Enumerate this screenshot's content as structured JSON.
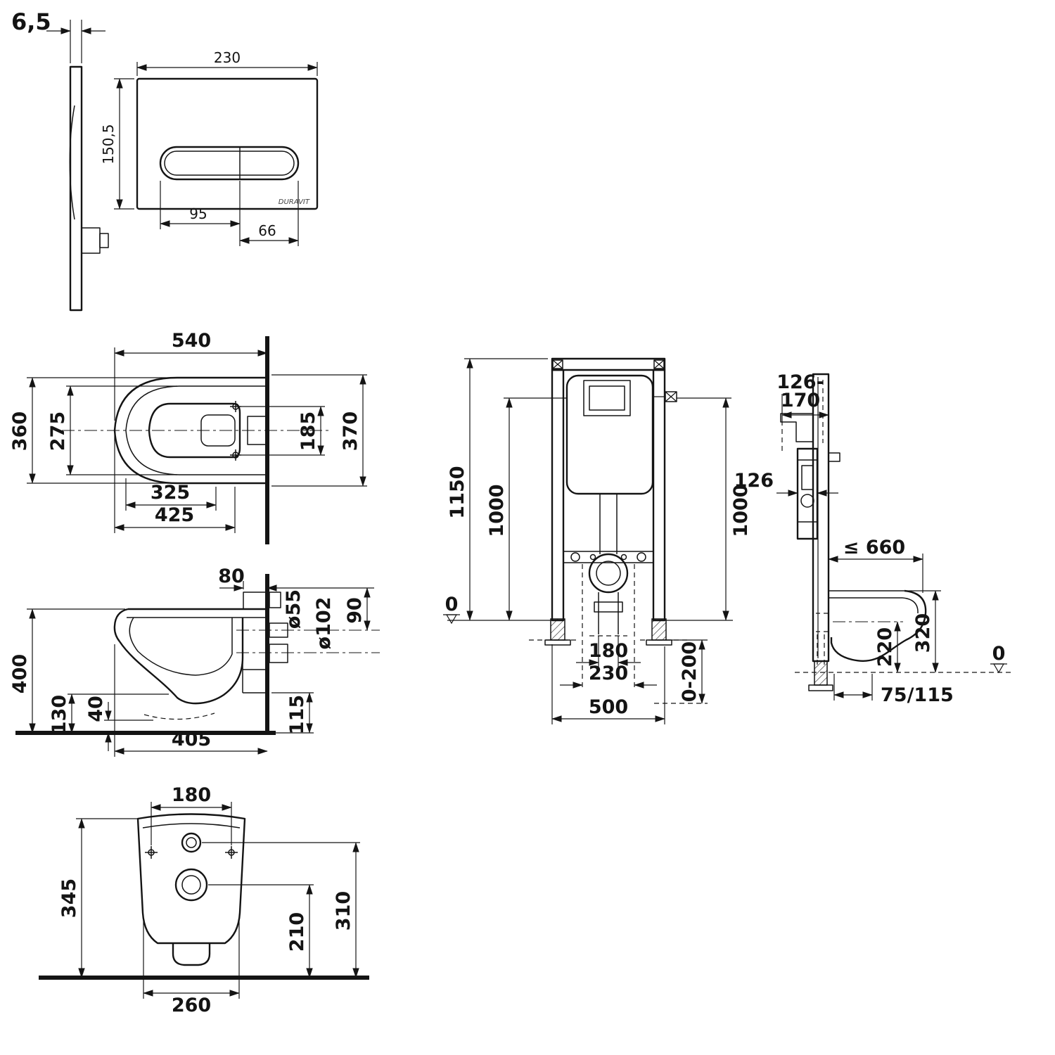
{
  "drawing": {
    "plate_side": {
      "thickness": "6,5"
    },
    "plate_front": {
      "width": "230",
      "height": "150,5",
      "button_span": "95",
      "button_offset": "66",
      "brand": "DURAVIT"
    },
    "toilet_top": {
      "total_depth": "540",
      "outer_width": "360",
      "seat_width": "275",
      "inner_length": "325",
      "bowl_length": "425",
      "hole_spacing": "185",
      "overall_width": "370"
    },
    "toilet_side": {
      "pipe_offset": "80",
      "flush_pipe": "ø55",
      "drain_pipe": "ø102",
      "pipe_gap": "90",
      "rim_height": "400",
      "bowl_bottom": "130",
      "clearance": "40",
      "depth": "405",
      "outlet_height": "115"
    },
    "toilet_rear": {
      "hole_spacing": "180",
      "height": "345",
      "drain_center": "210",
      "hole_height": "310",
      "base_width": "260"
    },
    "frame_front": {
      "total_height": "1150",
      "left_mark": "1000",
      "datum": "0",
      "drain_width": "180",
      "bracket_width": "230",
      "foot_range": "0-200",
      "width": "500",
      "right_mark": "1000"
    },
    "frame_side": {
      "depth_min": "126-",
      "depth_max": "170",
      "cistern_depth": "126",
      "max_length": "≤ 660",
      "outlet_level": "220",
      "rim_level": "320",
      "datum": "0",
      "outlet_offset": "75/115"
    }
  }
}
